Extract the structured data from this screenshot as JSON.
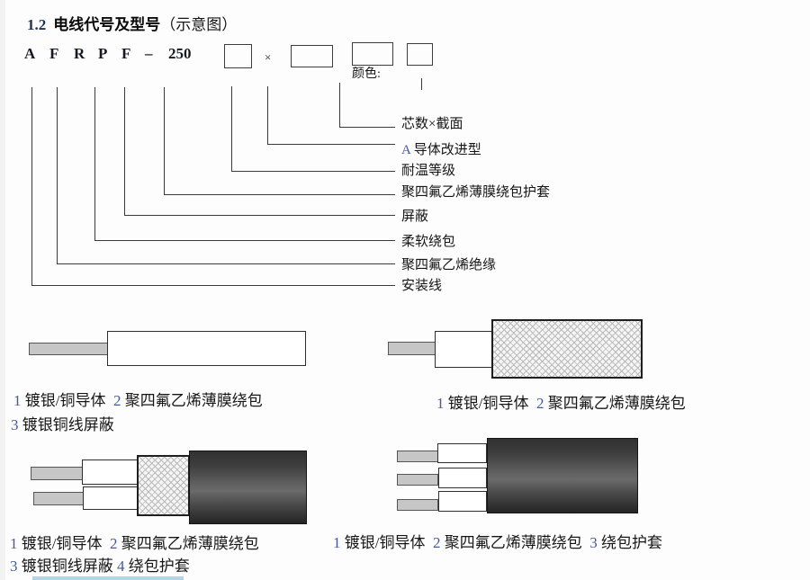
{
  "title": {
    "number": "1.2",
    "main": "电线代号及型号",
    "paren": "（示意图）"
  },
  "model_code": {
    "letters": [
      "A",
      "F",
      "R",
      "P",
      "F",
      "–",
      "250"
    ],
    "multiply_sign": "×",
    "color_label": "颜色:"
  },
  "code_diagram": {
    "labels": [
      {
        "parts": [
          {
            "t": "芯数×截面",
            "c": "t"
          }
        ]
      },
      {
        "parts": [
          {
            "t": "A ",
            "c": "n"
          },
          {
            "t": "导体改进型",
            "c": "t"
          }
        ]
      },
      {
        "parts": [
          {
            "t": "耐温等级",
            "c": "t"
          }
        ]
      },
      {
        "parts": [
          {
            "t": "聚四氟乙烯薄膜绕包护套",
            "c": "t"
          }
        ]
      },
      {
        "parts": [
          {
            "t": "屏蔽",
            "c": "t"
          }
        ]
      },
      {
        "parts": [
          {
            "t": "柔软绕包",
            "c": "t"
          }
        ]
      },
      {
        "parts": [
          {
            "t": "聚四氟乙烯绝缘",
            "c": "t"
          }
        ]
      },
      {
        "parts": [
          {
            "t": "安装线",
            "c": "t"
          }
        ]
      }
    ]
  },
  "figures": {
    "fig1": {
      "caption_line1": [
        {
          "t": "1",
          "c": "n"
        },
        {
          "t": " 镀银/铜导体  ",
          "c": "t"
        },
        {
          "t": "2",
          "c": "n"
        },
        {
          "t": " 聚四氟乙烯薄膜绕包",
          "c": "t"
        }
      ],
      "caption_line2": [
        {
          "t": "3",
          "c": "n"
        },
        {
          "t": " 镀银铜线屏蔽",
          "c": "t"
        }
      ]
    },
    "fig2": {
      "caption_line1": [
        {
          "t": "1",
          "c": "n"
        },
        {
          "t": " 镀银/铜导体  ",
          "c": "t"
        },
        {
          "t": "2",
          "c": "n"
        },
        {
          "t": " 聚四氟乙烯薄膜绕包",
          "c": "t"
        }
      ]
    },
    "fig3": {
      "caption_line1": [
        {
          "t": "1",
          "c": "n"
        },
        {
          "t": " 镀银/铜导体  ",
          "c": "t"
        },
        {
          "t": "2",
          "c": "n"
        },
        {
          "t": " 聚四氟乙烯薄膜绕包",
          "c": "t"
        }
      ],
      "caption_line2": [
        {
          "t": "3",
          "c": "n"
        },
        {
          "t": " 镀银铜线屏蔽 ",
          "c": "t"
        },
        {
          "t": "4",
          "c": "n"
        },
        {
          "t": " 绕包护套",
          "c": "t"
        }
      ]
    },
    "fig4": {
      "caption_line1": [
        {
          "t": "1",
          "c": "n"
        },
        {
          "t": " 镀银/铜导体  ",
          "c": "t"
        },
        {
          "t": "2",
          "c": "n"
        },
        {
          "t": " 聚四氟乙烯薄膜绕包  ",
          "c": "t"
        },
        {
          "t": "3",
          "c": "n"
        },
        {
          "t": " 绕包护套",
          "c": "t"
        }
      ]
    }
  },
  "colors": {
    "digit_accent": "#44599a",
    "diagram_line": "#3a3a3a",
    "conductor_gray": "#c6c6c6",
    "hatch_gray": "#b9b9b9",
    "sheath_dark": "#242424",
    "sheath_light": "#6a6a6a",
    "bottom_artifact_blue": "#b3d5e5"
  }
}
